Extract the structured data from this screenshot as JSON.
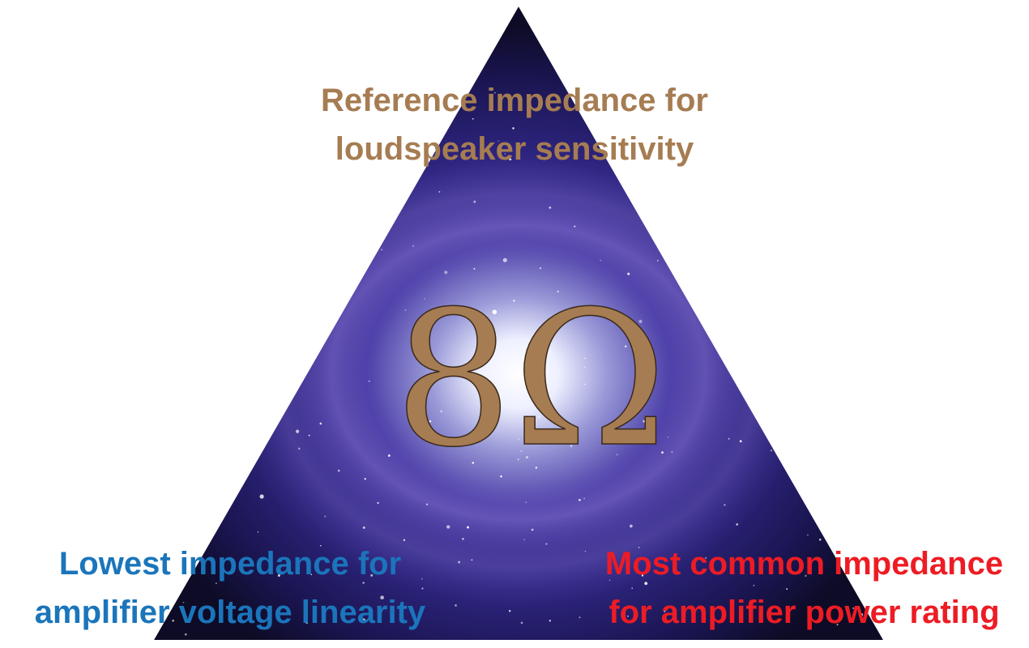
{
  "diagram": {
    "center_symbol": "8Ω",
    "top": {
      "lines": [
        "Reference impedance for",
        "loudspeaker sensitivity"
      ]
    },
    "bottom_left": {
      "lines": [
        "Lowest impedance for",
        "amplifier voltage linearity"
      ]
    },
    "bottom_right": {
      "lines": [
        "Most common impedance",
        "for amplifier power rating"
      ]
    }
  },
  "colors": {
    "top_label": "#A67C52",
    "bottom_left_label": "#1B75BB",
    "bottom_right_label": "#ED1C24",
    "center_symbol": "#A67C52",
    "triangle_dark": "#0d0b25",
    "triangle_mid": "#3b2f8f",
    "triangle_glow": "#ffffff"
  }
}
